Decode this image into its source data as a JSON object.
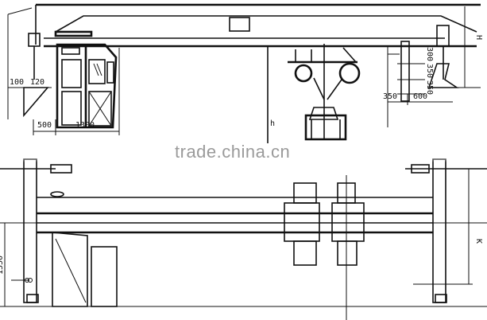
{
  "watermark": "trade.china.cn",
  "dimensions": {
    "cab_left_offset": "100",
    "hook_offset": "120",
    "cab_gap": "500",
    "cab_width": "1300",
    "trolley_left": "350",
    "trolley_right": "600",
    "vertical_1": "350",
    "vertical_2": "350",
    "vertical_3": "300",
    "height_H": "H",
    "height_K": "K",
    "height_h": "h",
    "left_height": "1550"
  },
  "colors": {
    "line": "#111111",
    "background": "#ffffff"
  }
}
